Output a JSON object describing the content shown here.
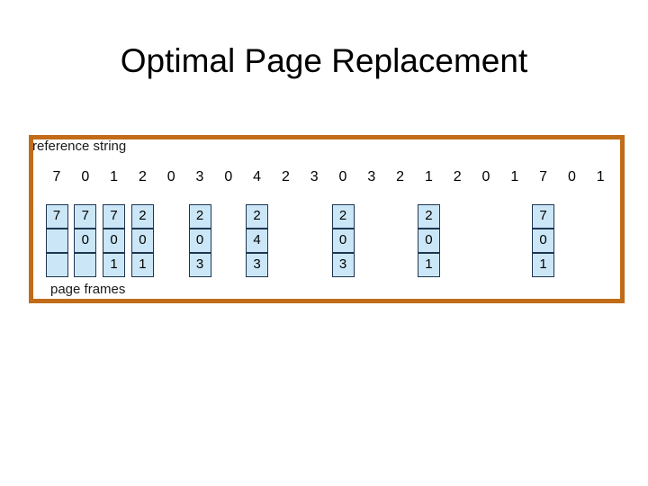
{
  "slide": {
    "title": "Optimal Page Replacement",
    "background_color": "#ffffff",
    "title_color": "#000000"
  },
  "figure": {
    "border_color": "#c06c18",
    "cell_fill_color": "#cbe7f7",
    "cell_border_color": "#1f3551",
    "top_label": "reference string",
    "bottom_label": "page frames",
    "reference_string": [
      "7",
      "0",
      "1",
      "2",
      "0",
      "3",
      "0",
      "4",
      "2",
      "3",
      "0",
      "3",
      "2",
      "1",
      "2",
      "0",
      "1",
      "7",
      "0",
      "1"
    ],
    "frame_columns": [
      {
        "ref_index": 0,
        "cells": [
          "7",
          "",
          ""
        ]
      },
      {
        "ref_index": 1,
        "cells": [
          "7",
          "0",
          ""
        ]
      },
      {
        "ref_index": 2,
        "cells": [
          "7",
          "0",
          "1"
        ]
      },
      {
        "ref_index": 3,
        "cells": [
          "2",
          "0",
          "1"
        ]
      },
      {
        "ref_index": 5,
        "cells": [
          "2",
          "0",
          "3"
        ]
      },
      {
        "ref_index": 7,
        "cells": [
          "2",
          "4",
          "3"
        ]
      },
      {
        "ref_index": 10,
        "cells": [
          "2",
          "0",
          "3"
        ]
      },
      {
        "ref_index": 13,
        "cells": [
          "2",
          "0",
          "1"
        ]
      },
      {
        "ref_index": 17,
        "cells": [
          "7",
          "0",
          "1"
        ]
      }
    ]
  }
}
